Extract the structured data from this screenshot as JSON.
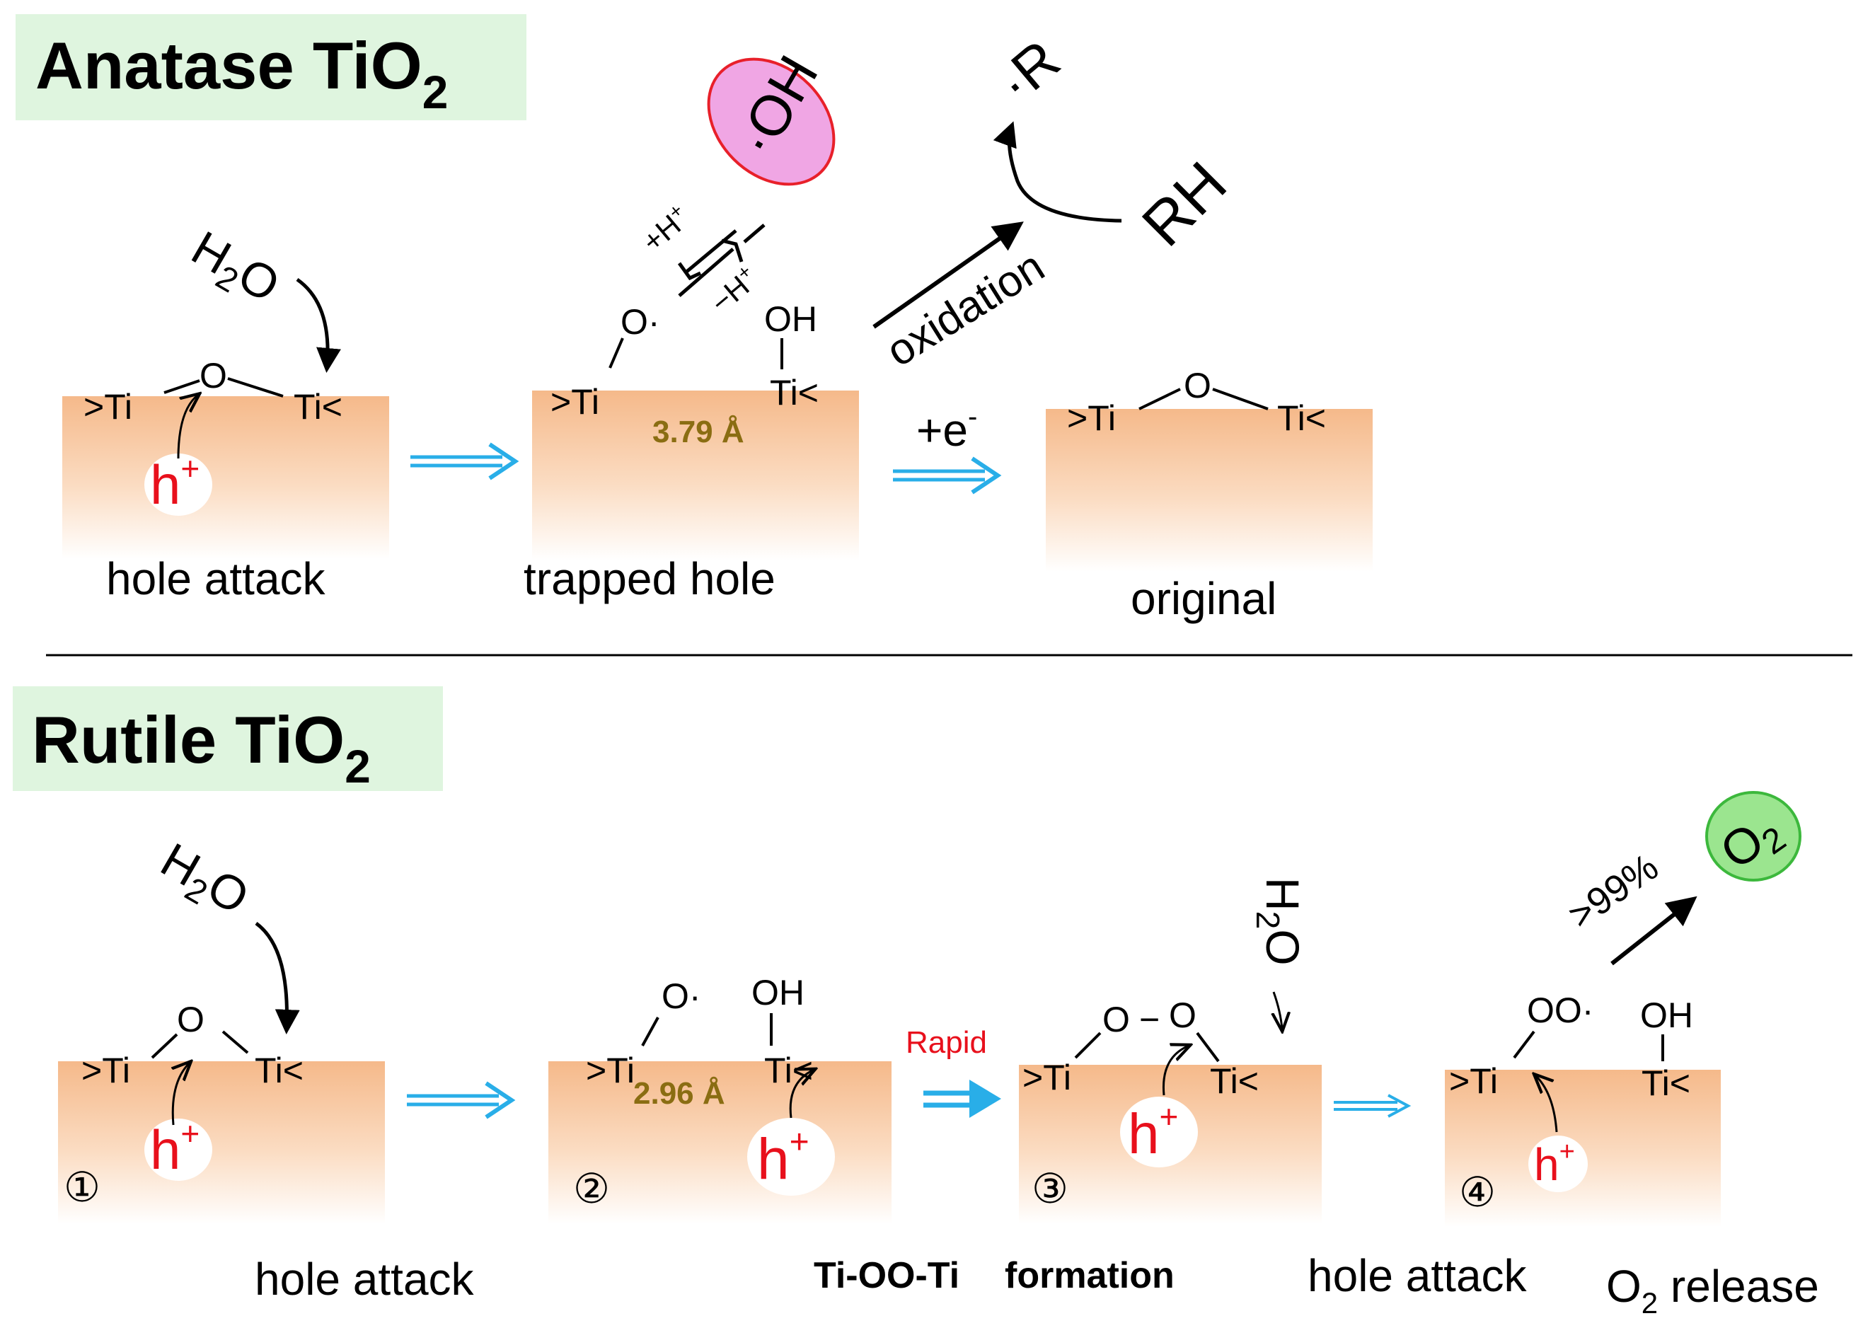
{
  "anatase": {
    "title": "Anatase TiO",
    "title_sub": "2",
    "step1": {
      "label": "hole attack",
      "water": "H",
      "water_sub": "2",
      "water_end": "O",
      "o": "O",
      "ti_left": ">Ti",
      "ti_right": "Ti<",
      "hole": "h",
      "hole_sup": "+"
    },
    "step2": {
      "label": "trapped hole",
      "distance": "3.79 Å",
      "o_radical": "O·",
      "oh": "OH",
      "ti_left": ">Ti",
      "ti_right": "Ti<"
    },
    "equilibrium": {
      "plus": "+H",
      "minus": "−H",
      "sup": "+"
    },
    "oh_radical": "·OH",
    "oxidation": "oxidation",
    "rh": "RH",
    "r_radical": "·R",
    "electron": "+e",
    "electron_sup": "-",
    "step3": {
      "label": "original",
      "o": "O",
      "ti_left": ">Ti",
      "ti_right": "Ti<"
    }
  },
  "rutile": {
    "title": "Rutile TiO",
    "title_sub": "2",
    "step1": {
      "number": "①",
      "water": "H",
      "water_sub": "2",
      "water_end": "O",
      "o": "O",
      "ti_left": ">Ti",
      "ti_right": "Ti<",
      "hole": "h",
      "hole_sup": "+"
    },
    "label_hole_attack_1": "hole attack",
    "step2": {
      "number": "②",
      "distance": "2.96 Å",
      "o_radical": "O·",
      "oh": "OH",
      "ti_left": ">Ti",
      "ti_right": "Ti<",
      "hole": "h",
      "hole_sup": "+"
    },
    "rapid": "Rapid",
    "label_formation_a": "Ti-OO-Ti",
    "label_formation_b": "formation",
    "step3": {
      "number": "③",
      "o1": "O",
      "o2": "O",
      "dash": "−",
      "ti_left": ">Ti",
      "ti_right": "Ti<",
      "hole": "h",
      "hole_sup": "+",
      "water": "H",
      "water_sub": "2",
      "water_end": "O"
    },
    "label_hole_attack_2": "hole attack",
    "step4": {
      "number": "④",
      "oo": "OO·",
      "oh": "OH",
      "ti_left": ">Ti",
      "ti_right": "Ti<",
      "hole": "h",
      "hole_sup": "+"
    },
    "yield": ">99%",
    "o2": "O",
    "o2_sub": "2",
    "release": "O",
    "release_sub": "2",
    "release_end": " release"
  },
  "colors": {
    "slab_top": "#f5b98a",
    "banner": "#dff5df",
    "step_arrow": "#29aee8",
    "oh_fill": "#f0a6e4",
    "oh_stroke": "#e8202a",
    "o2_fill": "#9be58f",
    "o2_stroke": "#3cb83c",
    "hole": "#e8101c",
    "distance": "#8a6d12",
    "rapid": "#e8101c"
  },
  "icons": {
    "reaction_arrow": "arrow-right",
    "equilibrium": "equilibrium-arrows",
    "curved_arrow": "curved-arrow"
  }
}
